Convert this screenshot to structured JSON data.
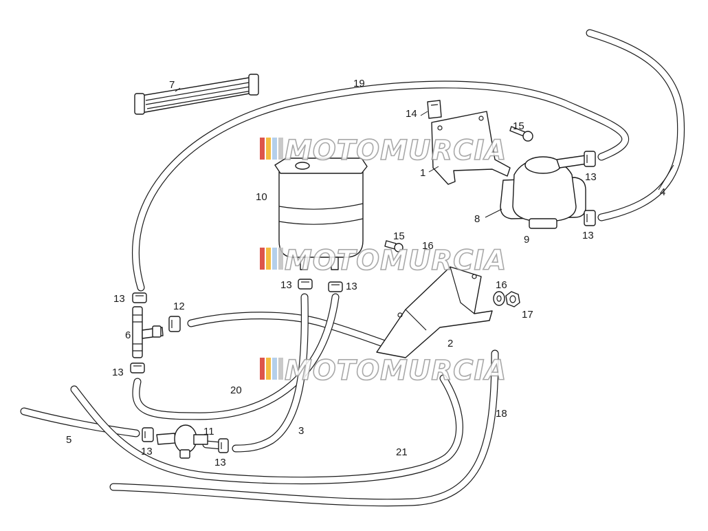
{
  "watermark": {
    "text": "MOTOMURCIA",
    "stripe_colors": [
      "#d7372b",
      "#f2b21f",
      "#a7c7e7",
      "#bfbfbf"
    ]
  },
  "labels": {
    "l1": "1",
    "l2": "2",
    "l3": "3",
    "l4": "4",
    "l5": "5",
    "l6": "6",
    "l7": "7",
    "l8": "8",
    "l9": "9",
    "l10": "10",
    "l11": "11",
    "l12": "12",
    "l13": "13",
    "l14": "14",
    "l15": "15",
    "l16": "16",
    "l17": "17",
    "l18": "18",
    "l19": "19",
    "l20": "20",
    "l21": "21"
  }
}
